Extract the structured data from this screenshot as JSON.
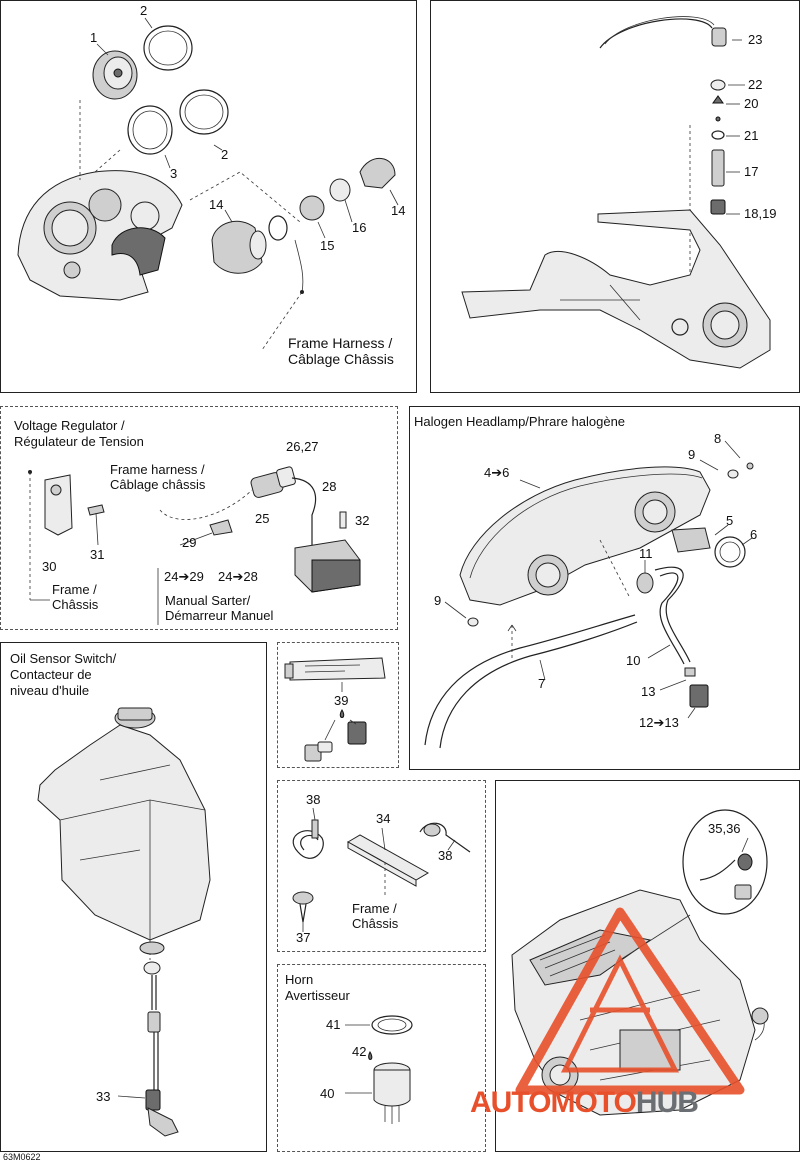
{
  "panels": {
    "gauge_cluster": {
      "callouts": [
        "1",
        "2",
        "2",
        "3",
        "14",
        "14",
        "15",
        "16"
      ],
      "harness_label_line1": "Frame Harness /",
      "harness_label_line2": "Câblage Châssis"
    },
    "handlebar": {
      "callouts": [
        "23",
        "22",
        "20",
        "21",
        "17",
        "18,19"
      ]
    },
    "voltage_regulator": {
      "title_line1": "Voltage Regulator /",
      "title_line2": "Régulateur de Tension",
      "harness_line1": "Frame harness /",
      "harness_line2": "Câblage châssis",
      "frame_line1": "Frame /",
      "frame_line2": "Châssis",
      "callouts": [
        "26,27",
        "28",
        "25",
        "32",
        "29",
        "30",
        "31"
      ],
      "range_a": "24➔29",
      "range_b": "24➔28",
      "manual_line1": "Manual Sarter/",
      "manual_line2": "Démarreur Manuel"
    },
    "headlamp": {
      "title": "Halogen Headlamp/Phrare halogène",
      "callouts": [
        "4➔6",
        "8",
        "9",
        "5",
        "6",
        "11",
        "9",
        "10",
        "7",
        "13",
        "12➔13"
      ]
    },
    "oil_sensor": {
      "title_line1": "Oil Sensor Switch/",
      "title_line2": "Contacteur de",
      "title_line3": "niveau d'huile",
      "callouts": [
        "33"
      ]
    },
    "grease": {
      "callouts": [
        "39"
      ]
    },
    "ties": {
      "callouts": [
        "38",
        "34",
        "38",
        "37"
      ],
      "frame_line1": "Frame /",
      "frame_line2": "Châssis"
    },
    "horn": {
      "title_line1": "Horn",
      "title_line2": "Avertisseur",
      "callouts": [
        "41",
        "42",
        "40"
      ]
    },
    "engine": {
      "callouts": [
        "35,36"
      ]
    }
  },
  "figure_code": "63M0622",
  "watermark": {
    "part1": "AUTO",
    "part2": "MOTO",
    "part3": "HUB",
    "accent_color": "#e8502c",
    "gray_color": "#6b6f74"
  }
}
